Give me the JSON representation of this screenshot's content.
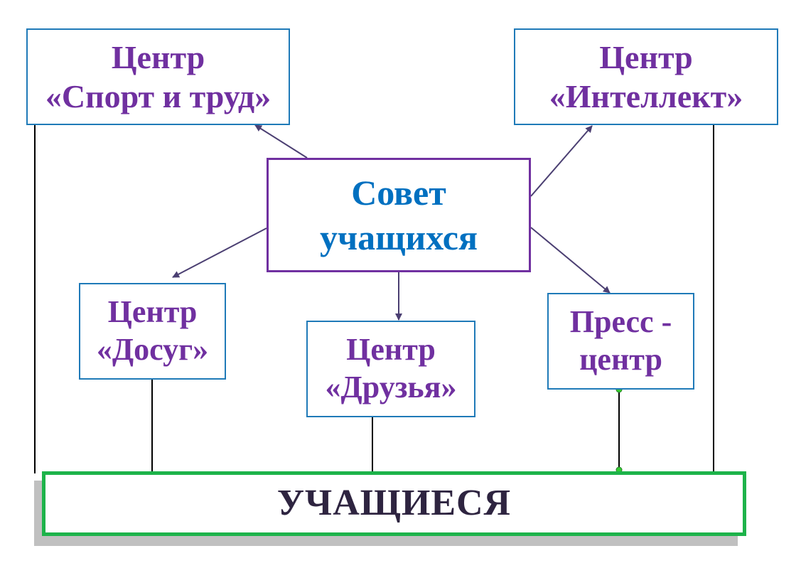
{
  "diagram": {
    "council": {
      "line1": "Совет",
      "line2": "учащихся"
    },
    "sport": {
      "line1": "Центр",
      "line2": "«Спорт и труд»"
    },
    "intellect": {
      "line1": "Центр",
      "line2": "«Интеллект»"
    },
    "leisure": {
      "line1": "Центр",
      "line2": "«Досуг»"
    },
    "friends": {
      "line1": "Центр",
      "line2": "«Друзья»"
    },
    "press": {
      "line1": "Пресс -",
      "line2": "центр"
    },
    "students": {
      "label": "УЧАЩИЕСЯ"
    }
  },
  "colors": {
    "box_border": "#1f7ab8",
    "center_text": "#7030a0",
    "council_border": "#7030a0",
    "council_text": "#0070c0",
    "students_border": "#1db34a",
    "students_text": "#2e2440",
    "arrow": "#4b3f72",
    "connector": "#000000",
    "handle": "#33cc33"
  }
}
